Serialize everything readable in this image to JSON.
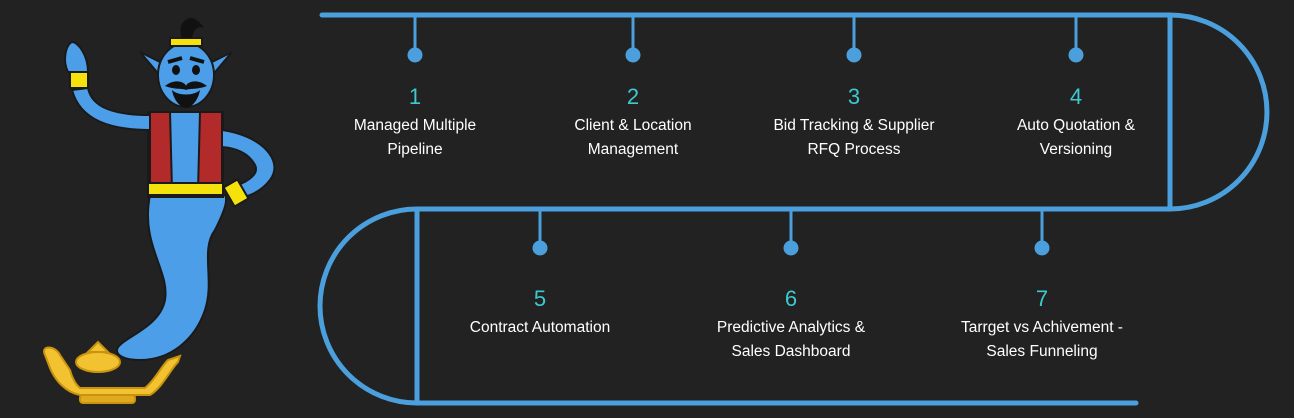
{
  "colors": {
    "background": "#222222",
    "track": "#4a9fdc",
    "number": "#3ec8cf",
    "label": "#ffffff"
  },
  "illustration": "genie-with-magic-lamp",
  "steps": [
    {
      "number": "1",
      "label": "Managed Multiple\nPipeline"
    },
    {
      "number": "2",
      "label": "Client & Location\nManagement"
    },
    {
      "number": "3",
      "label": "Bid Tracking & Supplier\nRFQ Process"
    },
    {
      "number": "4",
      "label": "Auto Quotation &\nVersioning"
    },
    {
      "number": "5",
      "label": "Contract Automation"
    },
    {
      "number": "6",
      "label": "Predictive Analytics &\nSales Dashboard"
    },
    {
      "number": "7",
      "label": "Tarrget vs Achivement -\nSales Funneling"
    }
  ]
}
